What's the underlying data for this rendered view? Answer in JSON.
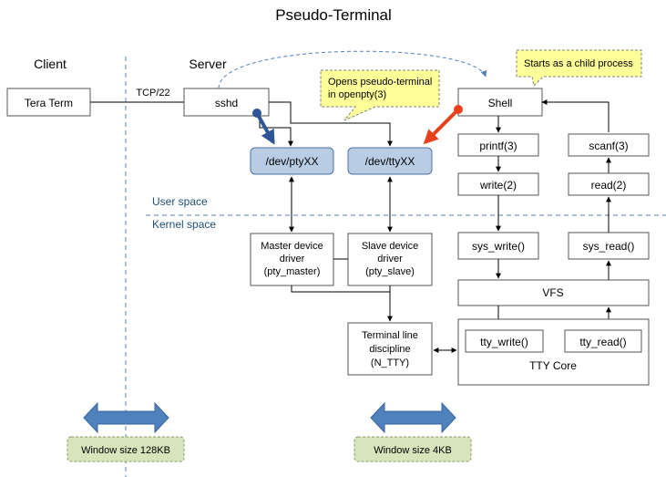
{
  "title": "Pseudo-Terminal",
  "columns": {
    "client": "Client",
    "server": "Server"
  },
  "regions": {
    "user_space": "User space",
    "kernel_space": "Kernel space"
  },
  "connection_label": "TCP/22",
  "nodes": {
    "tera_term": "Tera Term",
    "sshd": "sshd",
    "shell": "Shell",
    "dev_ptyxx": "/dev/ptyXX",
    "dev_ttyxx": "/dev/ttyXX",
    "printf": "printf(3)",
    "scanf": "scanf(3)",
    "write": "write(2)",
    "read": "read(2)",
    "sys_write": "sys_write()",
    "sys_read": "sys_read()",
    "vfs": "VFS",
    "tty_write": "tty_write()",
    "tty_read": "tty_read()",
    "tty_core": "TTY Core",
    "master_driver": [
      "Master device",
      "driver",
      "(pty_master)"
    ],
    "slave_driver": [
      "Slave device",
      "driver",
      "(pty_slave)"
    ],
    "line_discipline": [
      "Terminal line",
      "discipline",
      "(N_TTY)"
    ]
  },
  "callouts": {
    "opens_pty": [
      "Opens pseudo-terminal",
      "in openpty(3)"
    ],
    "child_process": "Starts as a child process"
  },
  "window_sizes": {
    "left": "Window size 128KB",
    "right": "Window size 4KB"
  },
  "colors": {
    "dev_fill": "#b8cce4",
    "dev_stroke": "#4a6fa5",
    "callout_fill": "#ffff99",
    "window_fill": "#d8e4bc",
    "double_arrow": "#4f81bd",
    "red_arrow": "#e8401c",
    "blue_arrow": "#2f5597",
    "divider": "#4f81bd",
    "region_text": "#1f4e79"
  }
}
